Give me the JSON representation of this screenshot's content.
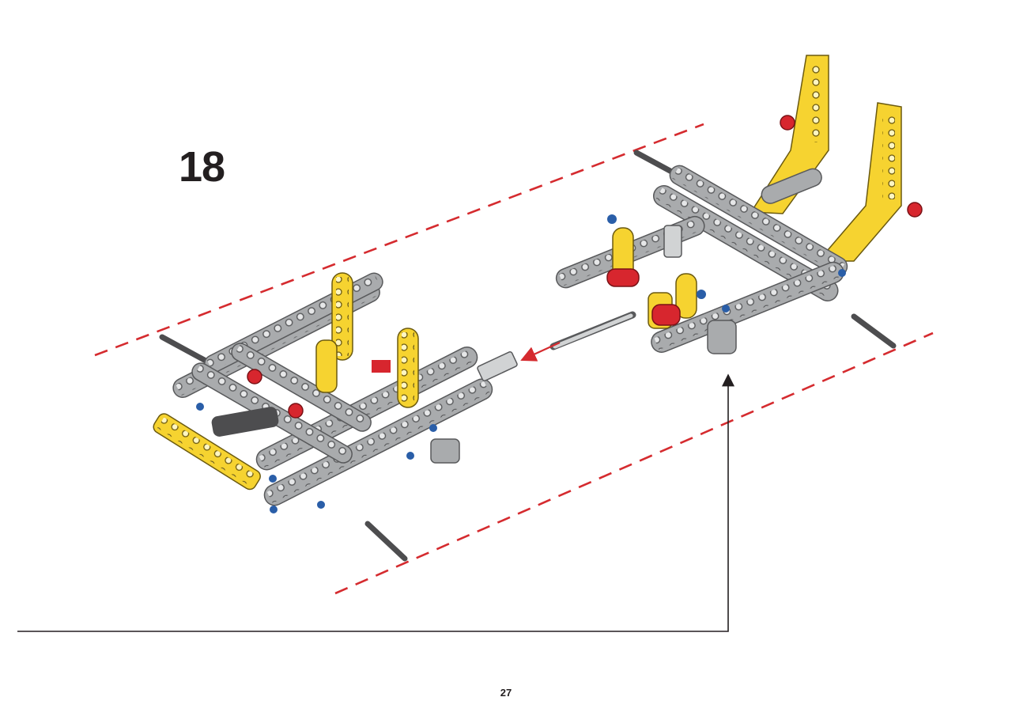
{
  "step": {
    "number": "18"
  },
  "page": {
    "number": "27"
  },
  "colors": {
    "beam_gray": "#a9abad",
    "beam_gray_dark": "#6d6e70",
    "beam_yellow": "#f6d330",
    "beam_yellow_dark": "#c9a212",
    "pin_red": "#d7262e",
    "pin_blue": "#2a5ea8",
    "guide_dash": "#d52b2f",
    "callout_line": "#231f20"
  },
  "icons": [
    "technic-subassembly-front",
    "technic-subassembly-rear",
    "insert-arrow-icon",
    "guide-lines"
  ]
}
